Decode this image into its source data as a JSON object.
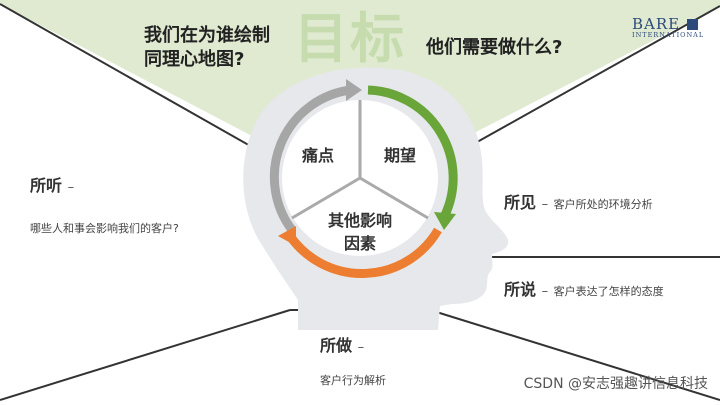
{
  "header": {
    "watermark_goal": "目标",
    "question_left_line1": "我们在为谁绘制",
    "question_left_line2": "同理心地图?",
    "question_right": "他们需要做什么?"
  },
  "logo": {
    "name": "BARE",
    "tagline": "INTERNATIONAL"
  },
  "sections": {
    "hear": {
      "title": "所听",
      "dash": "–",
      "desc": "哪些人和事会影响我们的客户?"
    },
    "see": {
      "title": "所见",
      "dash": "–",
      "desc": "客户所处的环境分析"
    },
    "say": {
      "title": "所说",
      "dash": "–",
      "desc": "客户表达了怎样的态度"
    },
    "do": {
      "title": "所做",
      "dash": "–",
      "desc": "客户行为解析"
    }
  },
  "wheel": {
    "pain": "痛点",
    "expect": "期望",
    "other_line1": "其他影响",
    "other_line2": "因素"
  },
  "footer": {
    "watermark": "CSDN @安志强趣讲信息科技"
  },
  "colors": {
    "top_fill": "#dfead0",
    "pain_arrow": "#a6a6a6",
    "expect_arrow": "#6aa539",
    "other_arrow": "#ed7d31",
    "head": "#e6e8eb",
    "lines": "#333333"
  }
}
